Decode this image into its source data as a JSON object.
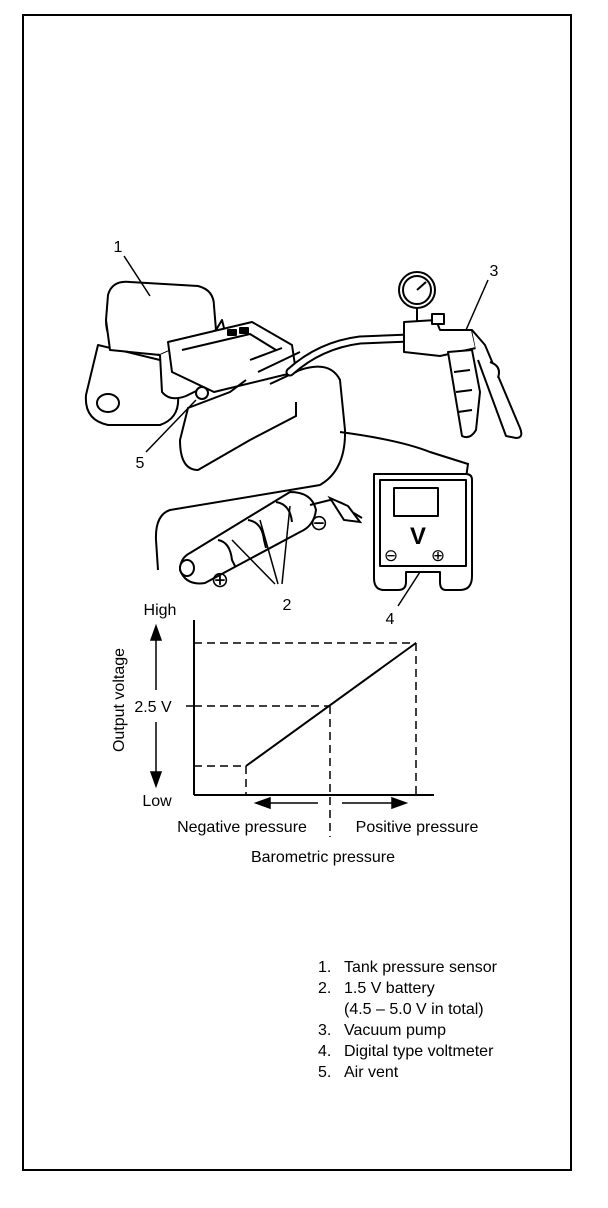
{
  "callouts": {
    "c1": "1",
    "c2": "2",
    "c3": "3",
    "c4": "4",
    "c5": "5"
  },
  "voltmeter": {
    "unit": "V",
    "neg": "⊖",
    "pos": "⊕"
  },
  "battery": {
    "neg": "⊖",
    "pos": "⊕"
  },
  "graph": {
    "y_label": "Output voltage",
    "y_high": "High",
    "y_low": "Low",
    "y_mid": "2.5 V",
    "x_left": "Negative pressure",
    "x_right": "Positive pressure",
    "x_label": "Barometric pressure"
  },
  "legend": [
    {
      "num": "1.",
      "text": "Tank pressure sensor"
    },
    {
      "num": "2.",
      "text": "1.5 V battery"
    },
    {
      "num": "",
      "text": "(4.5 – 5.0 V in total)"
    },
    {
      "num": "3.",
      "text": "Vacuum pump"
    },
    {
      "num": "4.",
      "text": "Digital type voltmeter"
    },
    {
      "num": "5.",
      "text": "Air vent"
    }
  ]
}
